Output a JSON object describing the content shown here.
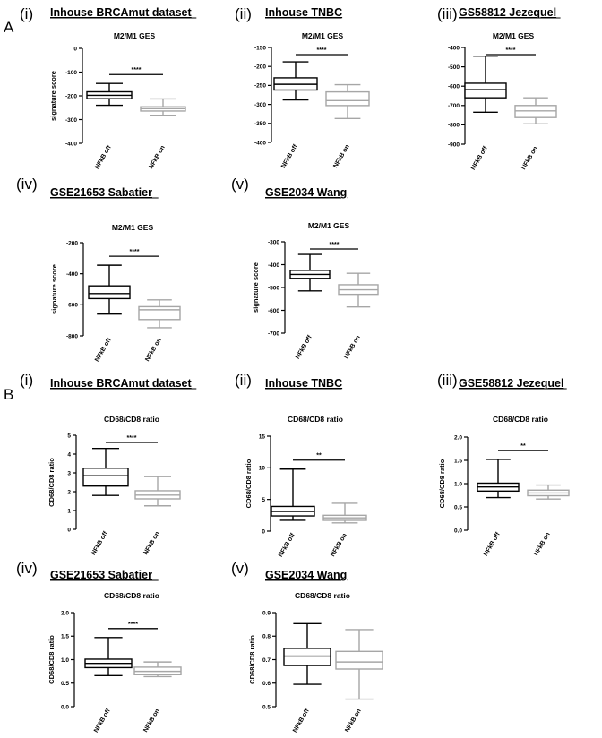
{
  "panels": [
    "A",
    "B"
  ],
  "chart_data": [
    {
      "id": "A1",
      "panel": "A",
      "roman": "(i)",
      "dataset_title": "Inhouse BRCAmut dataset",
      "type": "box",
      "title": "M2/M1 GES",
      "ylabel": "signature score",
      "categories": [
        "NFkB off",
        "NFkB on"
      ],
      "ylim": [
        -400,
        0
      ],
      "yticks": [
        0,
        -100,
        -200,
        -300,
        -400
      ],
      "significance": "****",
      "series": [
        {
          "name": "NFkB off",
          "color": "#000000",
          "whisker_low": -240,
          "q1": -212,
          "median": -198,
          "q3": -183,
          "whisker_high": -148
        },
        {
          "name": "NFkB on",
          "color": "#a6a6a6",
          "whisker_low": -282,
          "q1": -264,
          "median": -254,
          "q3": -246,
          "whisker_high": -213
        }
      ]
    },
    {
      "id": "A2",
      "panel": "A",
      "roman": "(ii)",
      "dataset_title": "Inhouse TNBC",
      "type": "box",
      "title": "M2/M1 GES",
      "ylabel": "",
      "categories": [
        "NFkB off",
        "NFkB on"
      ],
      "ylim": [
        -400,
        -150
      ],
      "yticks": [
        -150,
        -200,
        -250,
        -300,
        -350,
        -400
      ],
      "significance": "****",
      "series": [
        {
          "name": "NFkB off",
          "color": "#000000",
          "whisker_low": -288,
          "q1": -262,
          "median": -247,
          "q3": -230,
          "whisker_high": -188
        },
        {
          "name": "NFkB on",
          "color": "#a6a6a6",
          "whisker_low": -337,
          "q1": -303,
          "median": -290,
          "q3": -267,
          "whisker_high": -248
        }
      ]
    },
    {
      "id": "A3",
      "panel": "A",
      "roman": "(iii)",
      "dataset_title": "GS58812 Jezequel",
      "type": "box",
      "title": "M2/M1 GES",
      "ylabel": "",
      "categories": [
        "NFkB off",
        "NFkB on"
      ],
      "ylim": [
        -900,
        -400
      ],
      "yticks": [
        -400,
        -500,
        -600,
        -700,
        -800,
        -900
      ],
      "significance": "****",
      "series": [
        {
          "name": "NFkB off",
          "color": "#000000",
          "whisker_low": -735,
          "q1": -660,
          "median": -618,
          "q3": -585,
          "whisker_high": -445
        },
        {
          "name": "NFkB on",
          "color": "#a6a6a6",
          "whisker_low": -795,
          "q1": -762,
          "median": -728,
          "q3": -700,
          "whisker_high": -660
        }
      ]
    },
    {
      "id": "A4",
      "panel": "A",
      "roman": "(iv)",
      "dataset_title": "GSE21653 Sabatier",
      "type": "box",
      "title": "M2/M1 GES",
      "ylabel": "signature score",
      "categories": [
        "NFkB off",
        "NFkB on"
      ],
      "ylim": [
        -800,
        -200
      ],
      "yticks": [
        -200,
        -400,
        -600,
        -800
      ],
      "significance": "****",
      "series": [
        {
          "name": "NFkB off",
          "color": "#000000",
          "whisker_low": -660,
          "q1": -560,
          "median": -528,
          "q3": -478,
          "whisker_high": -345
        },
        {
          "name": "NFkB on",
          "color": "#a6a6a6",
          "whisker_low": -748,
          "q1": -695,
          "median": -632,
          "q3": -612,
          "whisker_high": -568
        }
      ]
    },
    {
      "id": "A5",
      "panel": "A",
      "roman": "(v)",
      "dataset_title": "GSE2034 Wang",
      "type": "box",
      "title": "M2/M1 GES",
      "ylabel": "signature score",
      "categories": [
        "NFkB off",
        "NFkB on"
      ],
      "ylim": [
        -700,
        -300
      ],
      "yticks": [
        -300,
        -400,
        -500,
        -600,
        -700
      ],
      "significance": "****",
      "series": [
        {
          "name": "NFkB off",
          "color": "#000000",
          "whisker_low": -515,
          "q1": -460,
          "median": -443,
          "q3": -425,
          "whisker_high": -355
        },
        {
          "name": "NFkB on",
          "color": "#a6a6a6",
          "whisker_low": -585,
          "q1": -530,
          "median": -510,
          "q3": -488,
          "whisker_high": -438
        }
      ]
    },
    {
      "id": "B1",
      "panel": "B",
      "roman": "(i)",
      "dataset_title": "Inhouse BRCAmut dataset",
      "type": "box",
      "title": "CD68/CD8 ratio",
      "ylabel": "CD68/CD8 ratio",
      "categories": [
        "NFkB off",
        "NFkB on"
      ],
      "ylim": [
        0,
        5
      ],
      "yticks": [
        0,
        1,
        2,
        3,
        4,
        5
      ],
      "significance": "****",
      "series": [
        {
          "name": "NFkB off",
          "color": "#000000",
          "whisker_low": 1.8,
          "q1": 2.3,
          "median": 2.85,
          "q3": 3.25,
          "whisker_high": 4.3
        },
        {
          "name": "NFkB on",
          "color": "#a6a6a6",
          "whisker_low": 1.25,
          "q1": 1.62,
          "median": 1.82,
          "q3": 2.05,
          "whisker_high": 2.8
        }
      ]
    },
    {
      "id": "B2",
      "panel": "B",
      "roman": "(ii)",
      "dataset_title": "Inhouse TNBC",
      "type": "box",
      "title": "CD68/CD8 ratio",
      "ylabel": "CD68/CD8 ratio",
      "categories": [
        "NFkB off",
        "NFkB on"
      ],
      "ylim": [
        0,
        15
      ],
      "yticks": [
        0,
        5,
        10,
        15
      ],
      "significance": "**",
      "series": [
        {
          "name": "NFkB off",
          "color": "#000000",
          "whisker_low": 1.7,
          "q1": 2.4,
          "median": 3.1,
          "q3": 3.9,
          "whisker_high": 9.8
        },
        {
          "name": "NFkB on",
          "color": "#a6a6a6",
          "whisker_low": 1.3,
          "q1": 1.7,
          "median": 2.1,
          "q3": 2.5,
          "whisker_high": 4.4
        }
      ]
    },
    {
      "id": "B3",
      "panel": "B",
      "roman": "(iii)",
      "dataset_title": "GSE58812 Jezequel",
      "type": "box",
      "title": "CD68/CD8 ratio",
      "ylabel": "CD68/CD8 ratio",
      "categories": [
        "NFkB off",
        "NFkB on"
      ],
      "ylim": [
        0,
        2
      ],
      "yticks": [
        0.0,
        0.5,
        1.0,
        1.5,
        2.0
      ],
      "significance": "**",
      "series": [
        {
          "name": "NFkB off",
          "color": "#000000",
          "whisker_low": 0.7,
          "q1": 0.84,
          "median": 0.93,
          "q3": 1.01,
          "whisker_high": 1.52
        },
        {
          "name": "NFkB on",
          "color": "#a6a6a6",
          "whisker_low": 0.67,
          "q1": 0.74,
          "median": 0.8,
          "q3": 0.86,
          "whisker_high": 0.97
        }
      ]
    },
    {
      "id": "B4",
      "panel": "B",
      "roman": "(iv)",
      "dataset_title": "GSE21653 Sabatier",
      "type": "box",
      "title": "CD68/CD8 ratio",
      "ylabel": "CD68/CD8 ratio",
      "categories": [
        "NFkB off",
        "NFkB on"
      ],
      "ylim": [
        0,
        2
      ],
      "yticks": [
        0.0,
        0.5,
        1.0,
        1.5,
        2.0
      ],
      "significance": "****",
      "series": [
        {
          "name": "NFkB off",
          "color": "#000000",
          "whisker_low": 0.66,
          "q1": 0.83,
          "median": 0.92,
          "q3": 1.01,
          "whisker_high": 1.47
        },
        {
          "name": "NFkB on",
          "color": "#a6a6a6",
          "whisker_low": 0.64,
          "q1": 0.68,
          "median": 0.75,
          "q3": 0.84,
          "whisker_high": 0.95
        }
      ]
    },
    {
      "id": "B5",
      "panel": "B",
      "roman": "(v)",
      "dataset_title": "GSE2034 Wang",
      "type": "box",
      "title": "CD68/CD8 ratio",
      "ylabel": "CD68/CD8 ratio",
      "categories": [
        "NFkB off",
        "NFkB on"
      ],
      "ylim": [
        0.5,
        0.9
      ],
      "yticks": [
        0.5,
        0.6,
        0.7,
        0.8,
        0.9
      ],
      "significance": "",
      "series": [
        {
          "name": "NFkB off",
          "color": "#000000",
          "whisker_low": 0.595,
          "q1": 0.675,
          "median": 0.715,
          "q3": 0.748,
          "whisker_high": 0.853
        },
        {
          "name": "NFkB on",
          "color": "#a6a6a6",
          "whisker_low": 0.532,
          "q1": 0.66,
          "median": 0.69,
          "q3": 0.735,
          "whisker_high": 0.828
        }
      ]
    }
  ]
}
